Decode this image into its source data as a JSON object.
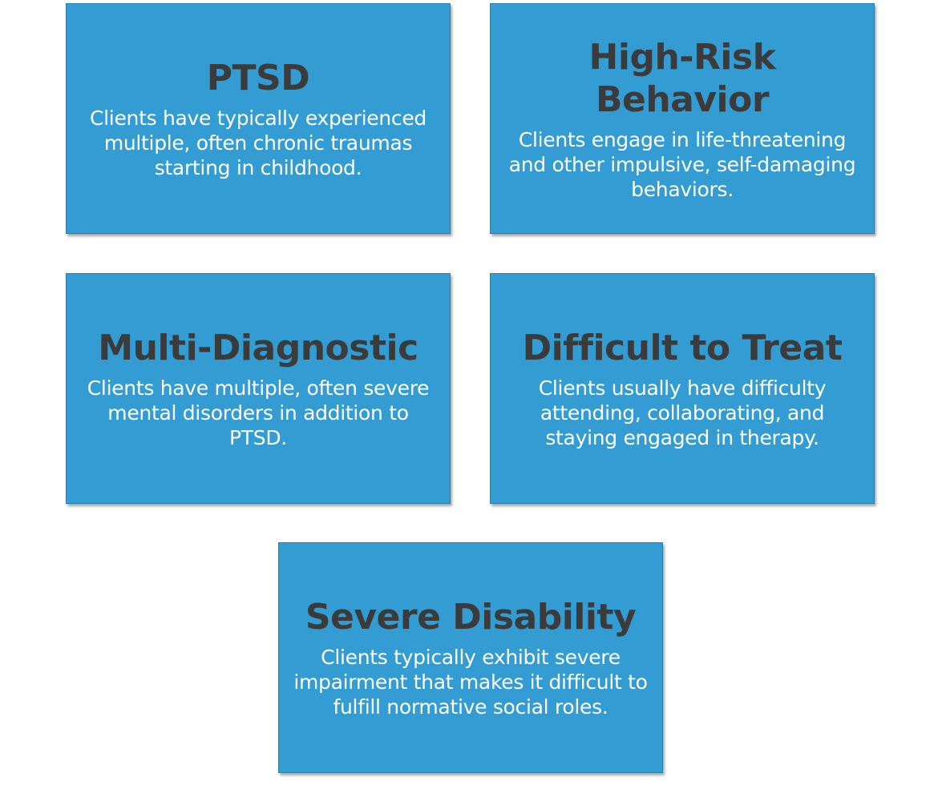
{
  "colors": {
    "card_fill": "#339cd3",
    "title_text": "#3b3b3b",
    "body_text": "#ffffff"
  },
  "cards": [
    {
      "title": "PTSD",
      "body": "Clients have typically experienced multiple, often chronic traumas starting in childhood."
    },
    {
      "title": "High-Risk Behavior",
      "body": "Clients engage in life-threatening and other impulsive, self-damaging behaviors."
    },
    {
      "title": "Multi-Diagnostic",
      "body": "Clients have multiple, often severe mental disorders in addition to PTSD."
    },
    {
      "title": "Difficult to Treat",
      "body": "Clients usually have difficulty attending, collaborating, and staying engaged in therapy."
    },
    {
      "title": "Severe Disability",
      "body": "Clients typically exhibit severe impairment that makes it difficult to fulfill normative social roles."
    }
  ]
}
